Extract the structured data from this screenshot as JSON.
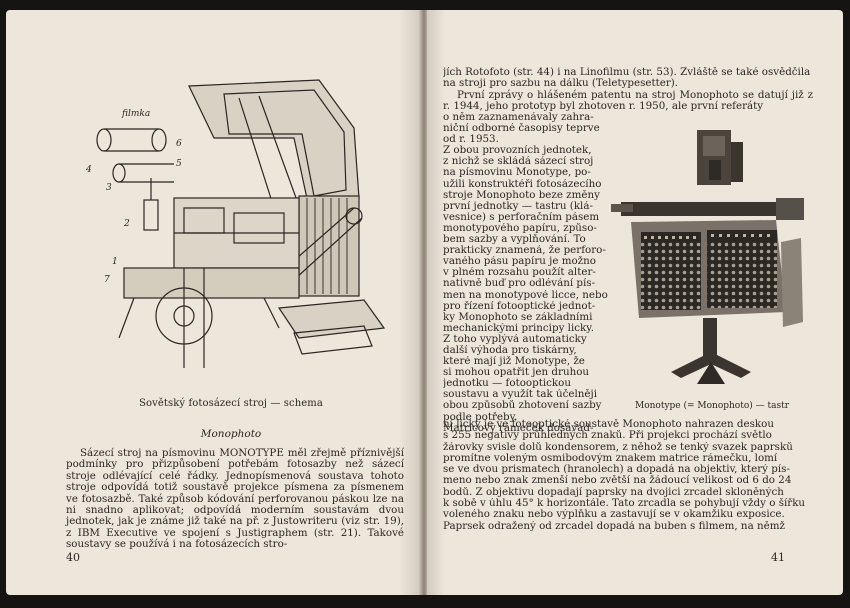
{
  "left_page": {
    "figure_labels": [
      "filmka",
      "6",
      "5",
      "4",
      "3",
      "2",
      "1",
      "7"
    ],
    "caption": "Sovětský fotosázecí stroj — schema",
    "heading": "Monophoto",
    "paragraph": "Sázecí stroj na písmovinu MONOTYPE měl zřejmě příznivější podmínky pro přizpůsobení potřebám fotosazby než sázecí stroje odlévající celé řádky. Jednopísmenová soustava tohoto stroje odpovídá totiž soustavě projekce písmena za písmenem ve fotosazbě. Také způsob kódování perforovanou páskou lze na ni snadno aplikovat; odpovídá moderním soustavám dvou jednotek, jak je známe již také na př. z Justowriteru (viz str. 19), z IBM Executive ve spojení s Justigraphem (str. 21). Takové soustavy se používá i na fotosázecích stro-",
    "page_number": "40"
  },
  "right_page": {
    "top_lines": [
      "jích Rotofoto (str. 44) i na Linofilmu (str. 53). Zvláště se také osvědčila",
      "na stroji pro sazbu na dálku (Teletypesetter)."
    ],
    "p2_full": "První zprávy o hlášeném patentu na stroj Monophoto se datují již z r. 1944, jeho prototyp byl zhotoven r. 1950, ale první referáty",
    "col_lines": [
      "o něm zaznamenávaly zahra-",
      "niční odborné časopisy teprve",
      "od r. 1953.",
      "Z obou provozních jednotek,",
      "z nichž se skládá sázecí stroj",
      "na písmovinu Monotype, po-",
      "užili konstruktéři fotosázecího",
      "stroje Monophoto beze změny",
      "první jednotky — tastru (klá-",
      "vesnice) s perforačním pásem",
      "monotypového papíru, způso-",
      "bem sazby a vyplňování. To",
      "prakticky znamená, že perforo-",
      "vaného pásu papíru je možno",
      "v plném rozsahu použít alter-",
      "nativně buď pro odlévání pís-",
      "men na monotypové licce, nebo",
      "pro řízení fotooptické jednot-",
      "ky Monophoto se základními",
      "mechanickými principy licky.",
      "Z toho vyplývá automaticky",
      "další výhoda pro tiskárny,",
      "které mají již Monotype, že",
      "si mohou opatřit jen druhou",
      "jednotku — fotooptickou",
      "soustavu a využít tak účelněji",
      "obou způsobů zhotovení sazby",
      "podle potřeby.",
      "Matricový rámeček dosavad-"
    ],
    "caption": "Monotype (= Monophoto) — tastr",
    "bottom_lines": [
      "ní licky je ve fotooptické soustavě Monophoto nahrazen deskou",
      "s 255 negativy průhledných znaků. Při projekci prochází světlo",
      "žárovky svisle dolů kondensorem, z něhož se tenký svazek paprsků",
      "promítne voleným osmibodovým znakem matrice rámečku, lomí",
      "se ve dvou prismatech (hranolech) a dopadá na objektiv, který pís-",
      "meno nebo znak zmenší nebo zvětší na žádoucí velikost od 6 do 24",
      "bodů. Z objektivu dopadají paprsky na dvojici zrcadel skloněných",
      "k sobě v úhlu 45° k horizontále. Tato zrcadla se pohybují vždy o šířku",
      "voleného znaku nebo výplňku a zastavují se v okamžiku exposice.",
      "Paprsek odražený od zrcadel dopadá na buben s filmem, na němž"
    ],
    "page_number": "41"
  }
}
